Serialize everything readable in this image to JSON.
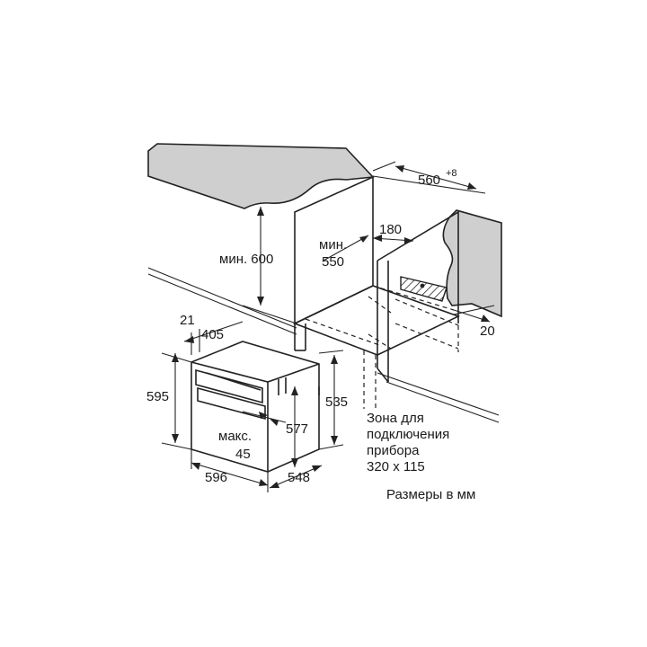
{
  "diagram": {
    "labels": {
      "min600": "мин. 600",
      "min550_a": "мин.",
      "min550_b": "550",
      "d180": "180",
      "d560": "560",
      "d560_sup": "+8",
      "d20": "20",
      "d21": "21",
      "d405": "405",
      "d595": "595",
      "d535": "535",
      "d577": "577",
      "max_a": "макс.",
      "max_b": "45",
      "d596": "596",
      "d548": "548",
      "zone_1": "Зона для",
      "zone_2": "подключения",
      "zone_3": "прибора",
      "zone_4": "320 x 115",
      "units": "Размеры в мм"
    },
    "colors": {
      "line": "#222222",
      "countertop": "#cfcfcf",
      "background": "#ffffff"
    }
  }
}
